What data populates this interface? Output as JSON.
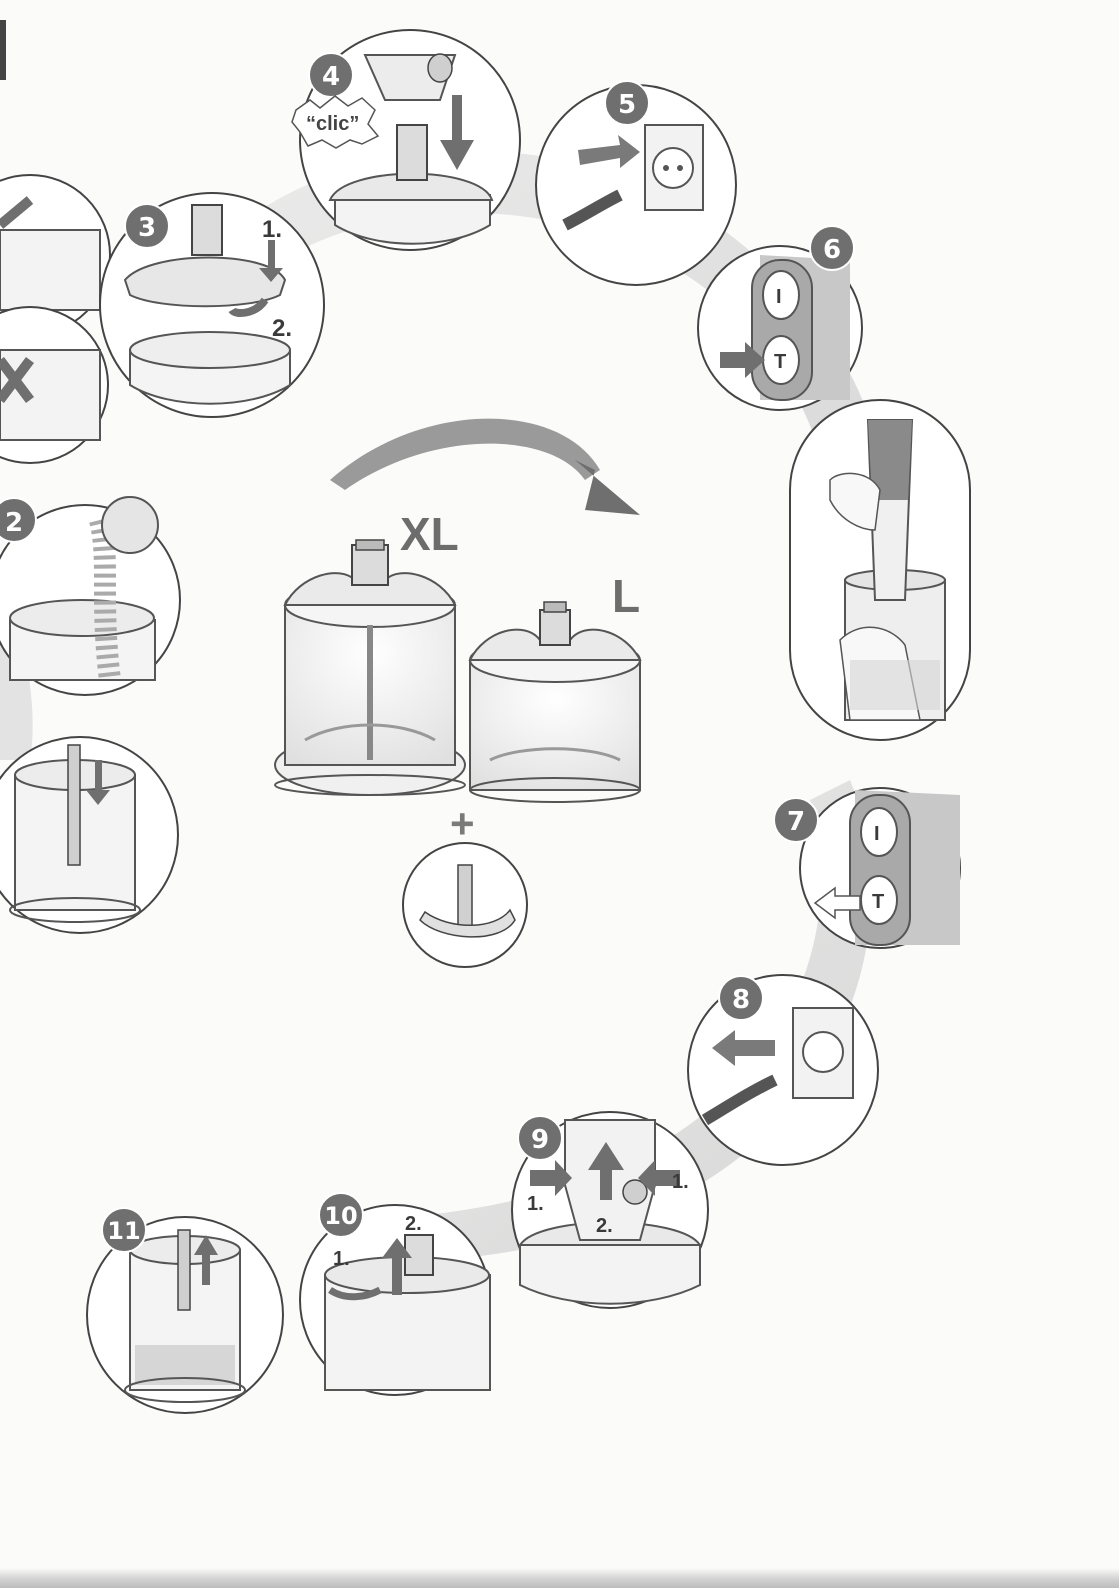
{
  "sizes": {
    "xl": "XL",
    "l": "L",
    "plus": "+"
  },
  "click_text": "“clic”",
  "steps": {
    "s2": "2",
    "s3": "3",
    "s4": "4",
    "s5": "5",
    "s6": "6",
    "s7": "7",
    "s8": "8",
    "s9": "9",
    "s10": "10",
    "s11": "11"
  },
  "sub_labels": {
    "one": "1.",
    "two": "2."
  },
  "button_symbols": {
    "on": "I",
    "turbo": "T"
  },
  "colors": {
    "badge": "#6f6f6f",
    "arrow": "#7a7a7a",
    "ring": "#555555",
    "swirl": "#dedede"
  }
}
